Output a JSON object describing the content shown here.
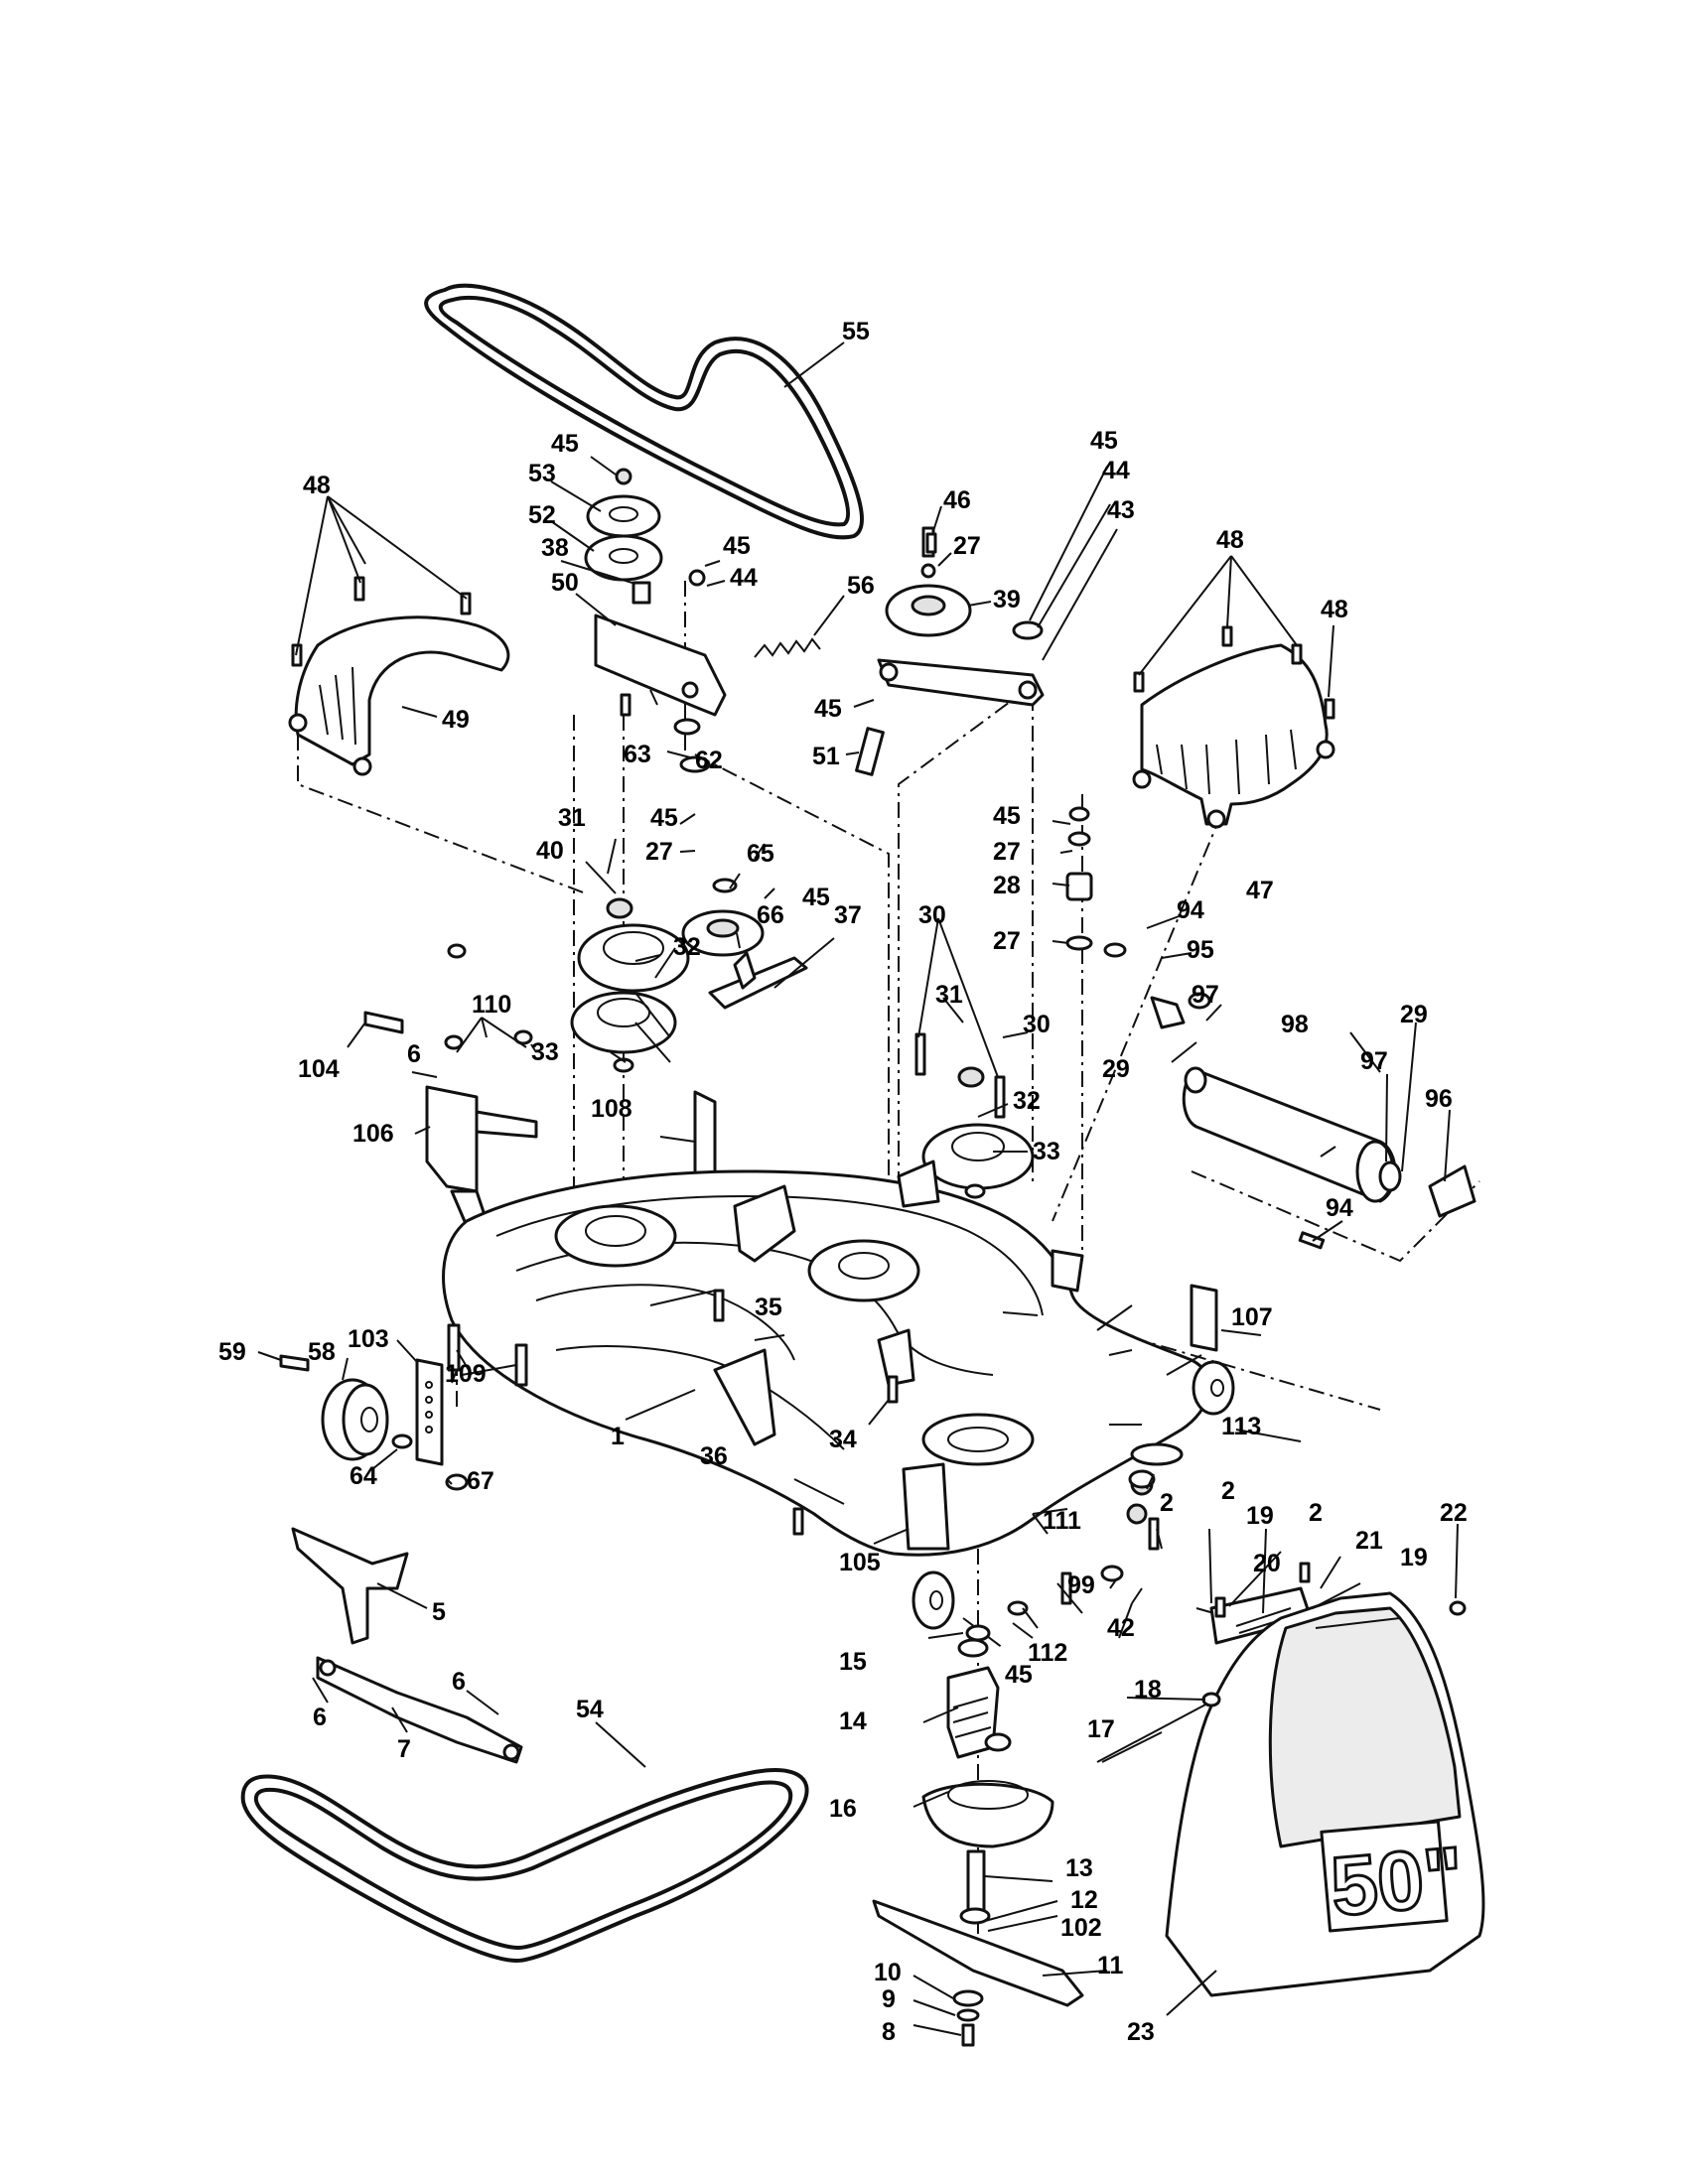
{
  "diagram": {
    "shield_marking": "50\"",
    "labels": [
      "1",
      "2",
      "5",
      "6",
      "7",
      "8",
      "9",
      "10",
      "11",
      "12",
      "13",
      "14",
      "15",
      "16",
      "17",
      "18",
      "19",
      "20",
      "21",
      "22",
      "23",
      "27",
      "28",
      "29",
      "30",
      "31",
      "32",
      "33",
      "34",
      "35",
      "36",
      "37",
      "38",
      "39",
      "40",
      "42",
      "43",
      "44",
      "45",
      "46",
      "47",
      "48",
      "49",
      "50",
      "51",
      "52",
      "53",
      "54",
      "55",
      "56",
      "58",
      "59",
      "62",
      "63",
      "64",
      "65",
      "66",
      "67",
      "94",
      "95",
      "96",
      "97",
      "98",
      "99",
      "102",
      "103",
      "104",
      "105",
      "106",
      "107",
      "108",
      "109",
      "110",
      "111",
      "112",
      "113"
    ]
  }
}
